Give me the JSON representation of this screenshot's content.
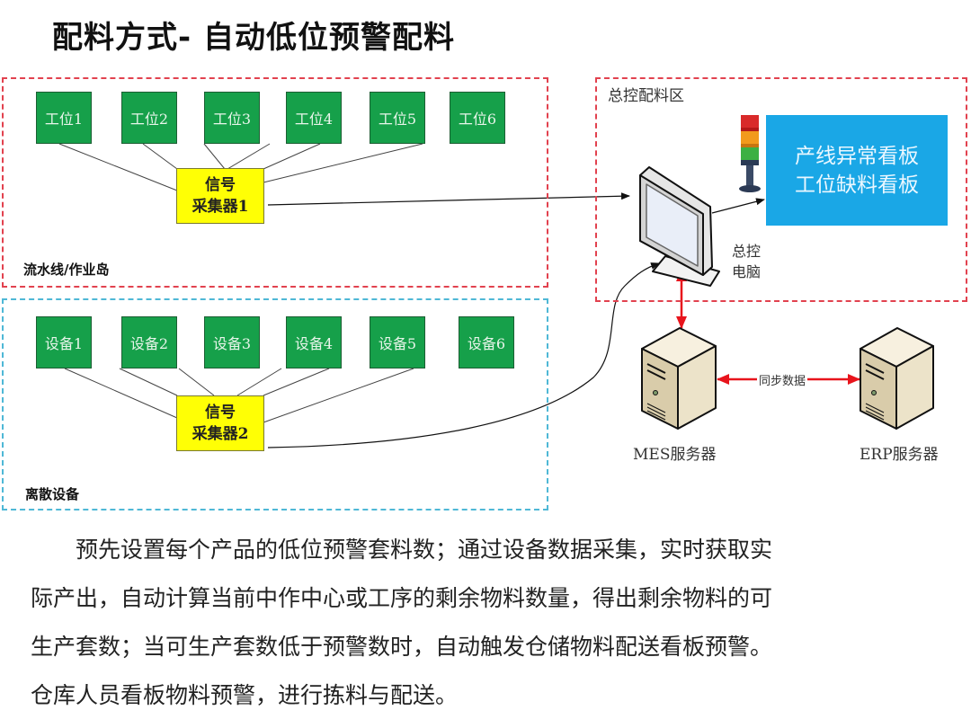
{
  "title": "配料方式- 自动低位预警配料",
  "zones": {
    "line": {
      "label": "流水线/作业岛",
      "stations": [
        "工位1",
        "工位2",
        "工位3",
        "工位4",
        "工位5",
        "工位6"
      ],
      "collector": [
        "信号",
        "采集器1"
      ]
    },
    "equipment": {
      "label": "离散设备",
      "devices": [
        "设备1",
        "设备2",
        "设备3",
        "设备4",
        "设备5",
        "设备6"
      ],
      "collector": [
        "信号",
        "采集器2"
      ]
    },
    "control": {
      "label": "总控配料区",
      "kanban": [
        "产线异常看板",
        "工位缺料看板"
      ],
      "computer_label": [
        "总控",
        "电脑"
      ]
    }
  },
  "servers": {
    "mes": "MES服务器",
    "erp": "ERP服务器",
    "sync_label": "同步数据"
  },
  "colors": {
    "zone_red": "#e2424f",
    "zone_blue": "#4fb8d6",
    "station_green": "#16a04a",
    "collector_yellow": "#ffff05",
    "kanban_blue": "#1aa7e6",
    "arrow_red": "#e8141c"
  },
  "description": [
    "预先设置每个产品的低位预警套料数；通过设备数据采集，实时获取实",
    "际产出，自动计算当前中作中心或工序的剩余物料数量，得出剩余物料的可",
    "生产套数；当可生产套数低于预警数时，自动触发仓储物料配送看板预警。",
    "仓库人员看板物料预警，进行拣料与配送。"
  ]
}
